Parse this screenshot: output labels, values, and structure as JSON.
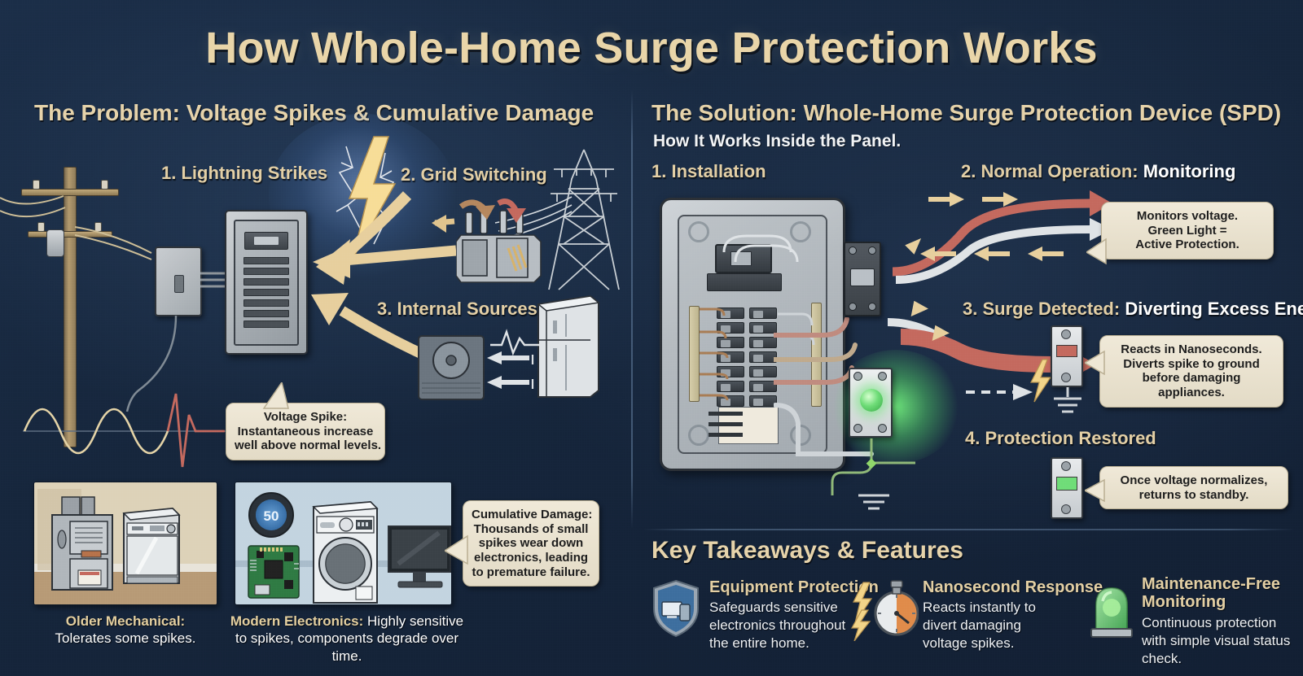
{
  "title": "How Whole-Home Surge Protection Works",
  "left": {
    "heading": "The Problem: Voltage Spikes & Cumulative Damage",
    "steps": [
      {
        "num": "1.",
        "label": "Lightning Strikes"
      },
      {
        "num": "2.",
        "label": "Grid Switching"
      },
      {
        "num": "3.",
        "label": "Internal Sources"
      }
    ],
    "callouts": [
      {
        "name": "voltage-spike-callout",
        "lines": [
          "Voltage Spike:",
          "Instantaneous increase",
          "well above normal levels."
        ]
      },
      {
        "name": "cumulative-damage-callout",
        "lines": [
          "Cumulative Damage:",
          "Thousands of small",
          "spikes wear down",
          "electronics, leading",
          "to premature failure."
        ]
      }
    ],
    "photos": [
      {
        "name": "older-mechanical-photo",
        "caption_bold": "Older Mechanical:",
        "caption_rest": "Tolerates some spikes."
      },
      {
        "name": "modern-electronics-photo",
        "caption_bold": "Modern Electronics:",
        "caption_rest": "Highly sensitive to spikes, components degrade over time.",
        "thermostat_value": "50"
      }
    ]
  },
  "right": {
    "heading": "The Solution: Whole-Home Surge Protection Device (SPD)",
    "subheading": "How It Works Inside the Panel.",
    "steps": [
      {
        "num": "1.",
        "label": "Installation",
        "white": ""
      },
      {
        "num": "2.",
        "label": "Normal Operation:",
        "white": "Monitoring"
      },
      {
        "num": "3.",
        "label": "Surge Detected:",
        "white": "Diverting Excess Energy"
      },
      {
        "num": "4.",
        "label": "Protection Restored",
        "white": ""
      }
    ],
    "callouts": [
      {
        "name": "monitoring-callout",
        "lines": [
          "Monitors voltage.",
          "Green Light =",
          "Active Protection."
        ]
      },
      {
        "name": "surge-divert-callout",
        "lines": [
          "Reacts in Nanoseconds.",
          "Diverts spike to ground",
          "before damaging",
          "appliances."
        ]
      },
      {
        "name": "standby-callout",
        "lines": [
          "Once voltage normalizes,",
          "returns to standby."
        ]
      }
    ]
  },
  "takeaways": {
    "title": "Key Takeaways & Features",
    "items": [
      {
        "icon": "shield-devices-icon",
        "heading": "Equipment Protection",
        "body": "Safeguards sensitive electronics throughout the entire home."
      },
      {
        "icon": "stopwatch-bolt-icon",
        "heading": "Nanosecond Response",
        "body": "Reacts instantly to divert damaging voltage spikes."
      },
      {
        "icon": "green-status-lamp-icon",
        "heading": "Maintenance-Free Monitoring",
        "body": "Continuous protection with simple visual status check."
      }
    ]
  },
  "colors": {
    "background": "#16263c",
    "gold": "#e6d3aa",
    "cream": "#f0e9d8",
    "red_arrow": "#c4695e",
    "white_wire": "#dfe3e6",
    "green": "#6fdd78"
  }
}
